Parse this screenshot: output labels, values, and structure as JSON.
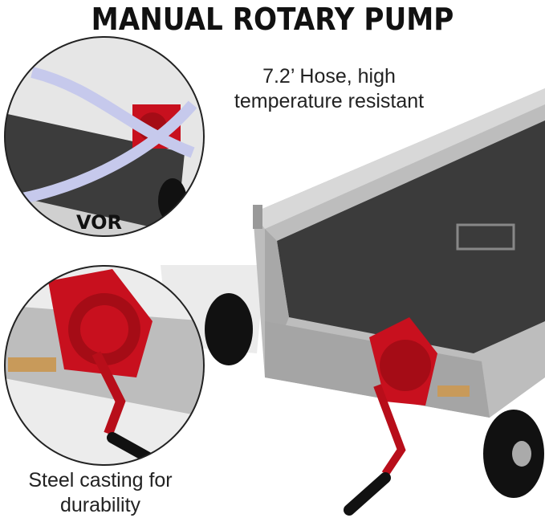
{
  "title": "MANUAL ROTARY PUMP",
  "callouts": [
    {
      "line1": "7.2’ Hose, high",
      "line2": "temperature resistant"
    },
    {
      "line1": "Steel casting for",
      "line2": "durability"
    }
  ],
  "logo_partial": "VOR",
  "colors": {
    "pump_red": "#c8101e",
    "cart_gray": "#b9b9b9",
    "mesh": "#3a3a3a"
  }
}
